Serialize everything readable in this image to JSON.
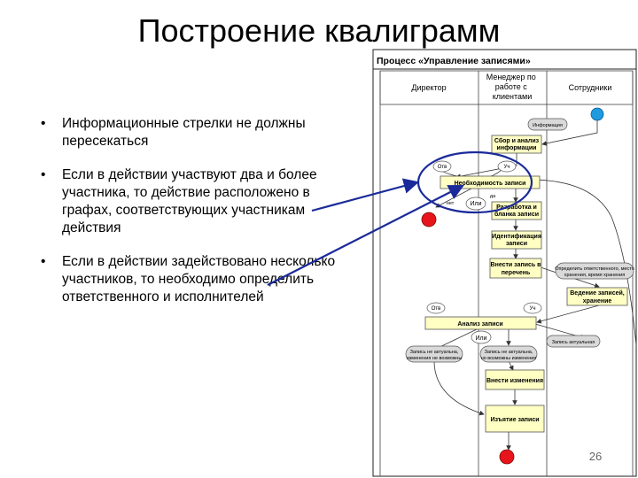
{
  "slide": {
    "title": "Построение квалиграмм",
    "page_number": "26",
    "bullets": [
      "Информационные стрелки не должны пересекаться",
      "Если в действии участвуют два и более участника, то действие расположено в графах, соответствующих участникам действия",
      "Если в действии задействовано несколько участников, то необходимо определить ответственного и исполнителей"
    ]
  },
  "diagram": {
    "process_title": "Процесс «Управление записями»",
    "columns": [
      {
        "lines": [
          "Директор"
        ]
      },
      {
        "lines": [
          "Менеджер по",
          "работе с",
          "клиентами"
        ]
      },
      {
        "lines": [
          "Сотрудники"
        ]
      }
    ],
    "activities": [
      {
        "lines": [
          "Сбор и анализ",
          "информации"
        ]
      },
      {
        "lines": [
          "Необходимость записи"
        ]
      },
      {
        "lines": [
          "Разработка и",
          "бланка записи"
        ]
      },
      {
        "lines": [
          "Идентификация",
          "записи"
        ]
      },
      {
        "lines": [
          "Внести запись в",
          "перечень"
        ]
      },
      {
        "lines": [
          "Ведение записей,",
          "хранение"
        ]
      },
      {
        "lines": [
          "Анализ записи"
        ]
      },
      {
        "lines": [
          "Внести изменения"
        ]
      },
      {
        "lines": [
          "Изъятие записи"
        ]
      }
    ],
    "info_notes": [
      {
        "lines": [
          "Информация"
        ]
      },
      {
        "lines": [
          "Определить ответственного, место",
          "хранения, время хранения"
        ]
      },
      {
        "lines": [
          "Запись актуальная"
        ]
      },
      {
        "lines": [
          "Запись не актуальна,",
          "изменения не возможны"
        ]
      },
      {
        "lines": [
          "Запись не актуальна,",
          "но возможны изменения"
        ]
      }
    ],
    "role_labels": {
      "responsible": "Отв",
      "executor": "Уч",
      "or": "Или",
      "yes": "да",
      "no": "нет"
    },
    "colors": {
      "activity_fill": "#ffffc4",
      "activity_border": "#555555",
      "note_fill": "#d9d9d9",
      "start": "#1e9be0",
      "end": "#e8141c",
      "highlight": "#1a2a9a"
    }
  }
}
